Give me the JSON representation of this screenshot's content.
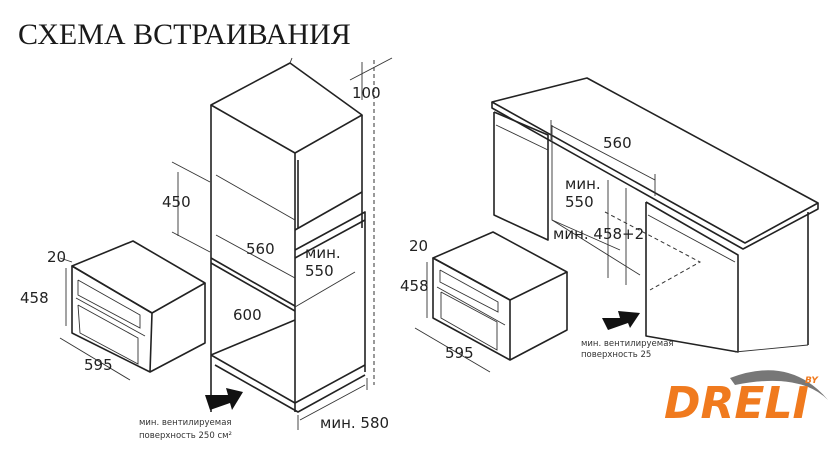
{
  "title": "СХЕМА ВСТРАИВАНИЯ",
  "left_diagram": {
    "dim_100": "100",
    "dim_450": "450",
    "dim_560": "560",
    "dim_min": "мин.",
    "dim_550": "550",
    "dim_600": "600",
    "dim_min_580": "мин. 580",
    "oven_depth": "20",
    "oven_height": "458",
    "oven_width": "595",
    "vent_line1": "мин. вентилируемая",
    "vent_line2": "поверхность 250 см²"
  },
  "right_diagram": {
    "dim_560": "560",
    "dim_min": "мин.",
    "dim_550": "550",
    "dim_opening": "мин. 458+2",
    "oven_depth": "20",
    "oven_height": "458",
    "oven_width": "595",
    "vent_line1": "мин. вентилируемая",
    "vent_line2": "поверхность 25"
  },
  "logo": {
    "text": "DRELI",
    "by": "BY",
    "color": "#f07a1e",
    "swoosh_color": "#777777"
  }
}
